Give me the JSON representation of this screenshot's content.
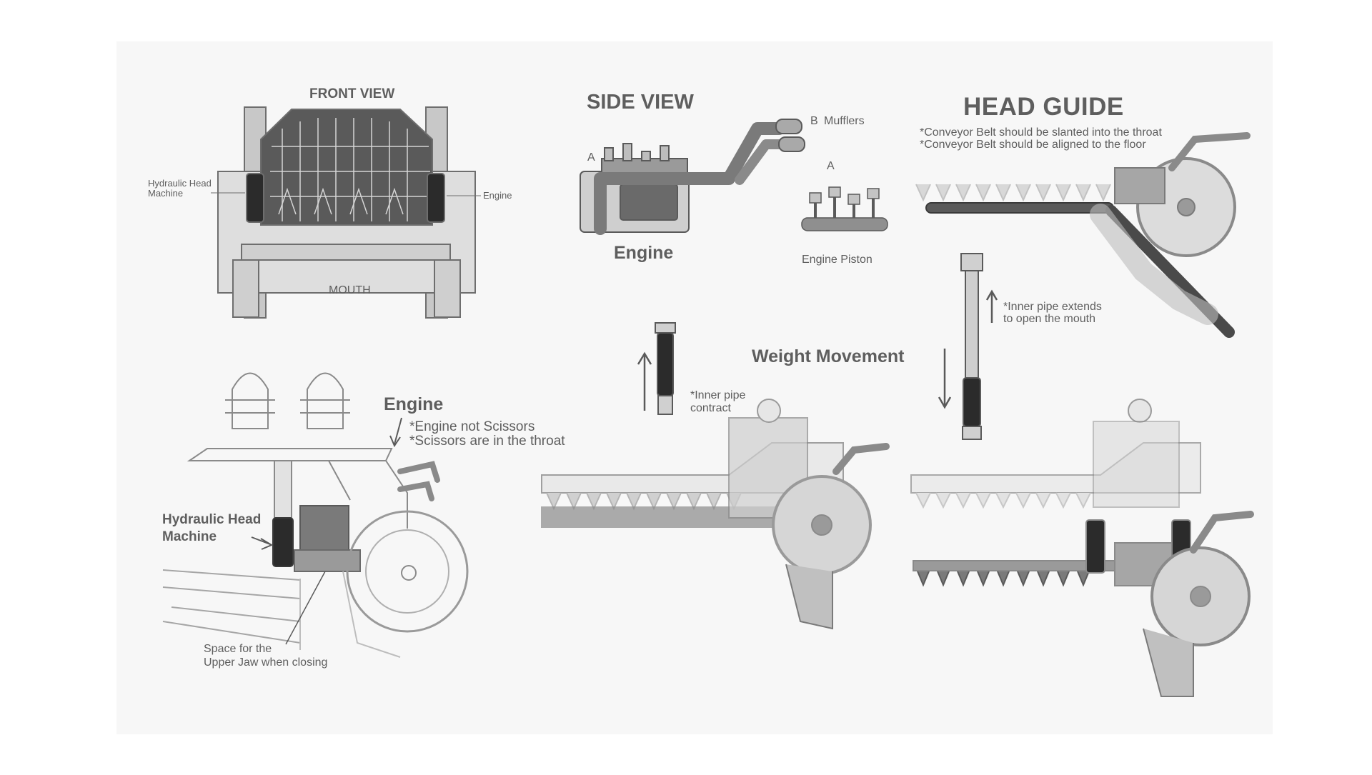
{
  "colors": {
    "panel": "#f7f7f7",
    "ink_dark": "#3a3a3a",
    "ink_mid": "#7a7a7a",
    "ink_light": "#b8b8b8",
    "fill_light": "#d9d9d9",
    "cylinder_dark": "#2b2b2b",
    "text": "#5e5e5e"
  },
  "front_view": {
    "title": "FRONT VIEW",
    "label_left_line1": "Hydraulic Head",
    "label_left_line2": "Machine",
    "label_right": "Engine",
    "label_bottom": "MOUTH"
  },
  "side_view": {
    "title": "SIDE VIEW",
    "marker_a": "A",
    "marker_b": "B",
    "mufflers_label": "Mufflers",
    "engine_label": "Engine",
    "piston_marker": "A",
    "piston_label": "Engine Piston"
  },
  "head_guide": {
    "title": "HEAD GUIDE",
    "note_1": "*Conveyor Belt should be slanted into the throat",
    "note_2": "*Conveyor Belt should be aligned to the floor",
    "pipe_note_line1": "*Inner pipe extends",
    "pipe_note_line2": "to open the mouth"
  },
  "weight_movement": {
    "title": "Weight Movement",
    "pipe_note_line1": "*Inner pipe",
    "pipe_note_line2": "contract"
  },
  "sketch": {
    "engine_title": "Engine",
    "engine_note_1": "*Engine not Scissors",
    "engine_note_2": "*Scissors are in the throat",
    "hydraulic_line1": "Hydraulic Head",
    "hydraulic_line2": "Machine",
    "space_line1": "Space for the",
    "space_line2": "Upper Jaw when closing"
  }
}
